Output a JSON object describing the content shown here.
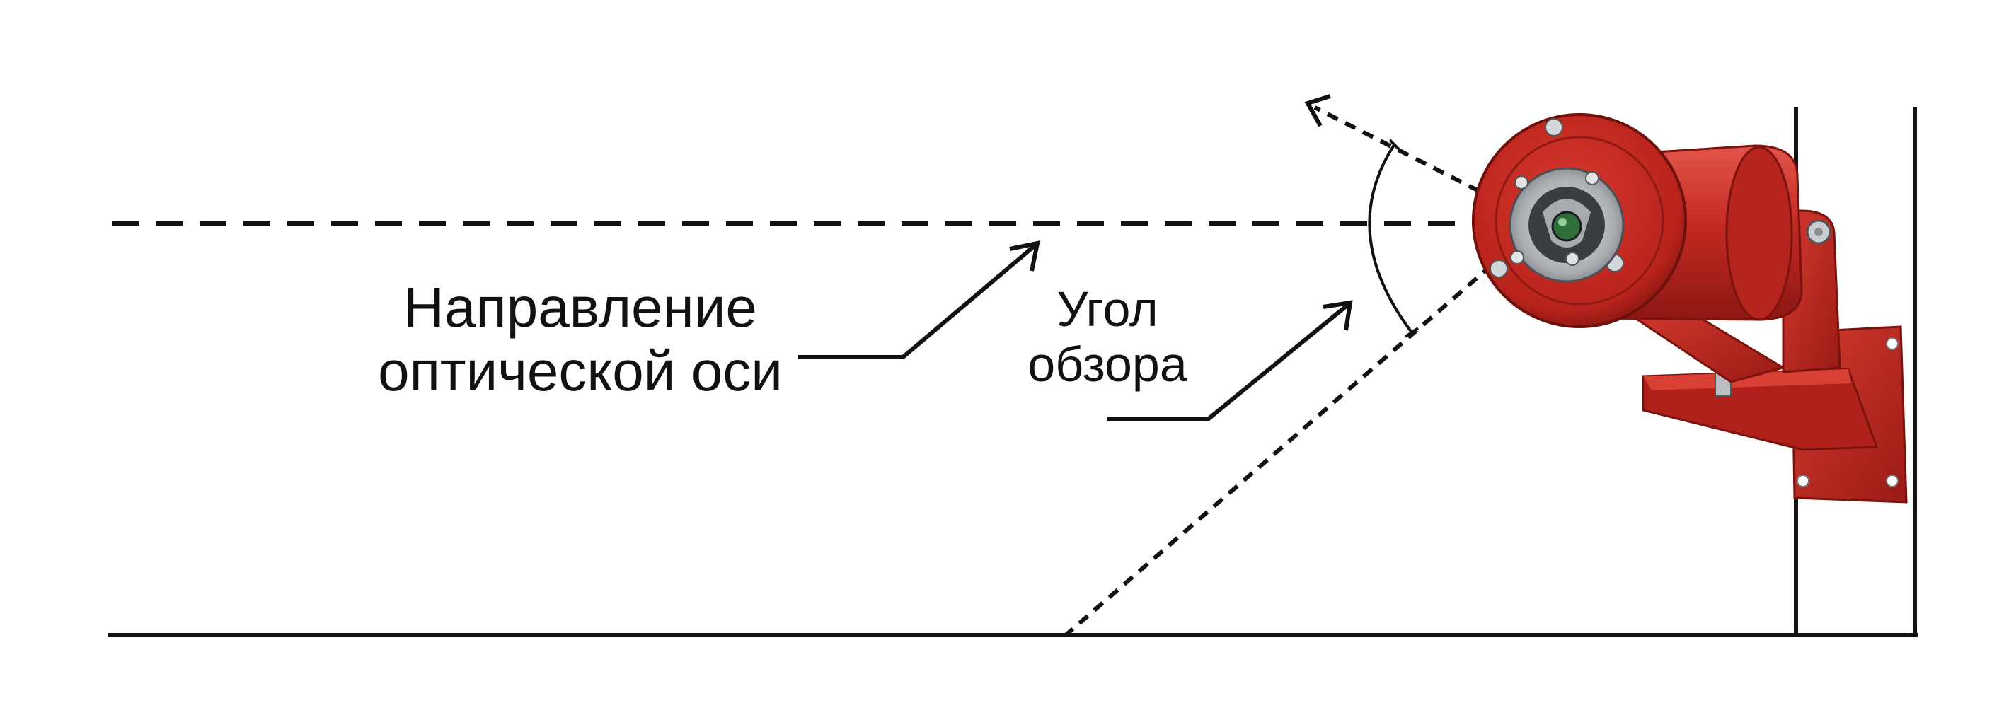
{
  "labels": {
    "optical_axis": {
      "line1": "Направление",
      "line2": "оптической оси"
    },
    "view_angle": {
      "line1": "Угол",
      "line2": "обзора"
    }
  },
  "colors": {
    "line": "#111111",
    "detector_body": "#c42a22",
    "detector_shadow": "#8c1712",
    "detector_highlight": "#e2554a",
    "lens_metal": "#b8bcc0",
    "background": "#ffffff"
  },
  "icons": {
    "detector": "flame-detector-icon"
  }
}
